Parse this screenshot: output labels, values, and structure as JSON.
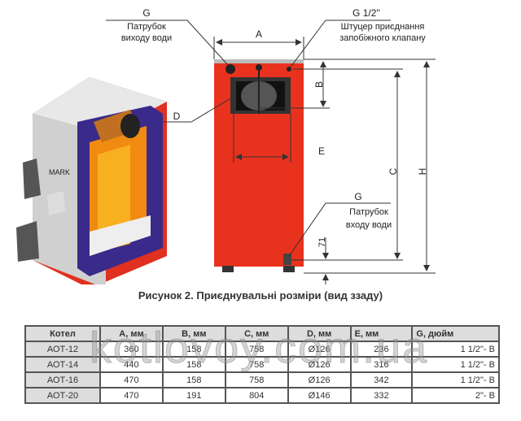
{
  "diagram": {
    "label_g_top": "G",
    "outlet_line1": "Патрубок",
    "outlet_line2": "виходу води",
    "label_g_half": "G 1/2''",
    "valve_line1": "Штуцер приєднання",
    "valve_line2": "запобіжного клапану",
    "dim_a": "A",
    "dim_b": "B",
    "dim_c": "C",
    "dim_d": "D",
    "dim_e": "E",
    "dim_h": "H",
    "dim_71": "71",
    "label_g_bottom": "G",
    "inlet_line1": "Патрубок",
    "inlet_line2": "входу води",
    "brand": "MARK"
  },
  "caption": "Рисунок 2. Приєднувальні розміри (вид ззаду)",
  "table": {
    "headers": [
      "Котел",
      "A, мм",
      "B, мм",
      "C, мм",
      "D, мм",
      "E, мм",
      "G, дюйм"
    ],
    "rows": [
      [
        "АОТ-12",
        "360",
        "158",
        "758",
        "Ø126",
        "236",
        "1 1/2\"- B"
      ],
      [
        "АОТ-14",
        "440",
        "158",
        "758",
        "Ø126",
        "316",
        "1 1/2\"- B"
      ],
      [
        "АОТ-16",
        "470",
        "158",
        "758",
        "Ø126",
        "342",
        "1 1/2\"- B"
      ],
      [
        "АОТ-20",
        "470",
        "191",
        "804",
        "Ø146",
        "332",
        "2\"- B"
      ]
    ]
  },
  "watermark": "kotlovoy.com.ua"
}
